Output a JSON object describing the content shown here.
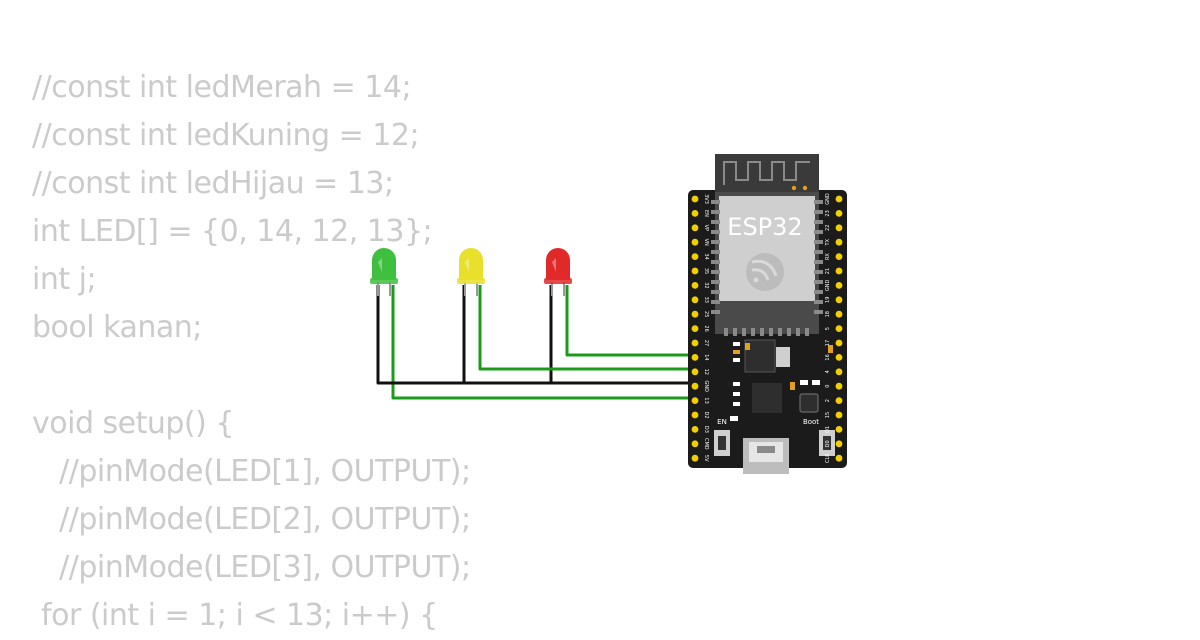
{
  "code_lines": [
    "//const int ledMerah = 14;",
    "//const int ledKuning = 12;",
    "//const int ledHijau = 13;",
    "int LED[] = {0, 14, 12, 13};",
    "int j;",
    "bool kanan;",
    "",
    "void setup() {",
    "   //pinMode(LED[1], OUTPUT);",
    "   //pinMode(LED[2], OUTPUT);",
    "   //pinMode(LED[3], OUTPUT);",
    " for (int i = 1; i < 13; i++) {"
  ],
  "board": {
    "name": "ESP32",
    "logo_icon": "espressif-logo-icon",
    "button_en_label": "EN",
    "button_boot_label": "Boot",
    "left_pins": [
      "3V3",
      "EN",
      "VP",
      "VN",
      "34",
      "35",
      "32",
      "33",
      "25",
      "26",
      "27",
      "14",
      "12",
      "GND",
      "13",
      "D2",
      "D3",
      "CMD",
      "5V"
    ],
    "right_pins": [
      "GND",
      "23",
      "22",
      "TX",
      "RX",
      "21",
      "GND",
      "19",
      "18",
      "5",
      "17",
      "16",
      "4",
      "0",
      "2",
      "15",
      "D1",
      "D0",
      "CLK"
    ]
  },
  "leds": [
    {
      "name": "green-led",
      "color": "#3fbf3f",
      "pin": "13"
    },
    {
      "name": "yellow-led",
      "color": "#e8e02a",
      "pin": "12"
    },
    {
      "name": "red-led",
      "color": "#e02a2a",
      "pin": "14"
    }
  ],
  "colors": {
    "code_text": "#cbcbcb",
    "board": "#1b1b1b",
    "pin_header": "#f2d000",
    "signal_wire": "#1a9c1a",
    "ground_wire": "#111111",
    "module": "#4a4a4a",
    "shield": "#cfcfcf"
  }
}
